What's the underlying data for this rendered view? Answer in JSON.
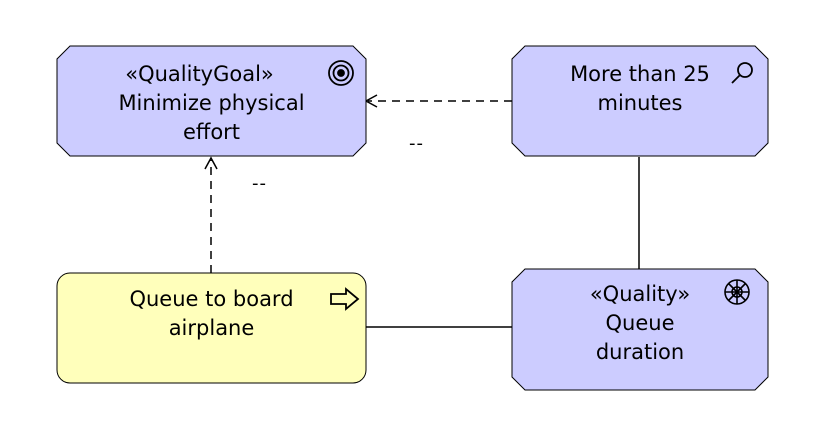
{
  "colors": {
    "motivation_fill": "#ccccff",
    "core_fill": "#ffffbb",
    "stroke": "#000000"
  },
  "nodes": {
    "quality_goal": {
      "stereotype": "«QualityGoal»",
      "name_line1": "Minimize physical",
      "name_line2": "effort",
      "icon": "target-icon"
    },
    "more_than": {
      "name_line1": "More than 25",
      "name_line2": "minutes",
      "icon": "magnifier-icon"
    },
    "queue_board": {
      "name_line1": "Queue to board",
      "name_line2": "airplane",
      "icon": "arrow-right-icon"
    },
    "queue_duration": {
      "stereotype": "«Quality»",
      "name_line1": "Queue",
      "name_line2": "duration",
      "icon": "helm-wheel-icon"
    }
  },
  "connections": {
    "influence_top_label": "--",
    "influence_left_label": "--"
  }
}
